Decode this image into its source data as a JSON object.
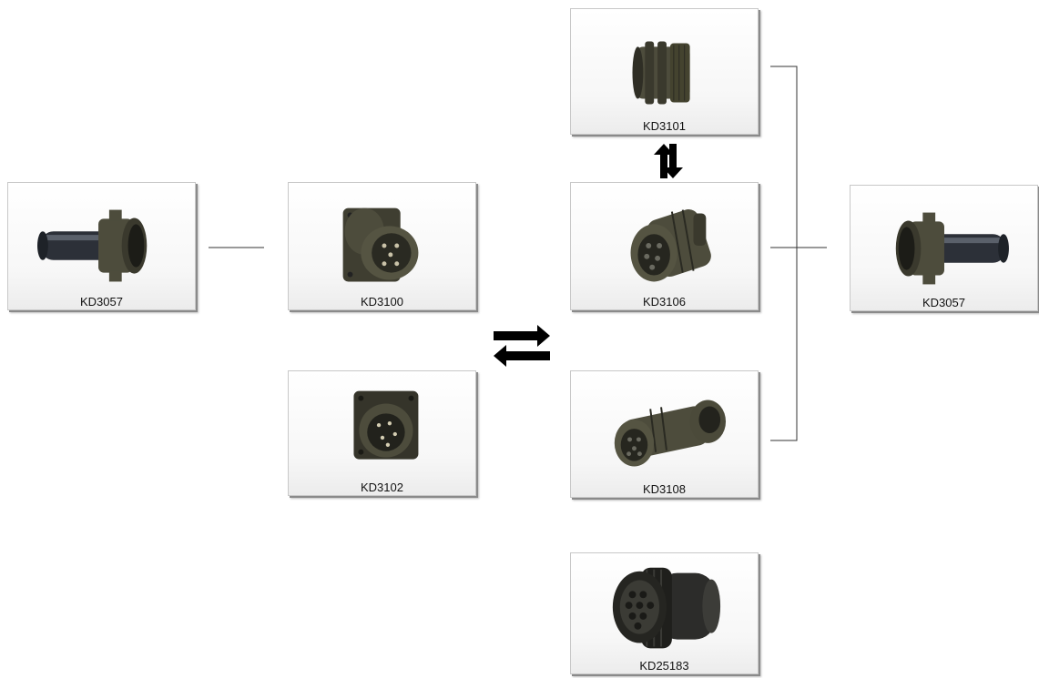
{
  "products": {
    "kd3057_left": {
      "label": "KD3057",
      "icon": "backshell-connector-icon"
    },
    "kd3100": {
      "label": "KD3100",
      "icon": "wall-mount-receptacle-icon"
    },
    "kd3102": {
      "label": "KD3102",
      "icon": "box-mount-receptacle-icon"
    },
    "kd3101": {
      "label": "KD3101",
      "icon": "cable-receptacle-icon"
    },
    "kd3106": {
      "label": "KD3106",
      "icon": "straight-plug-icon"
    },
    "kd3108": {
      "label": "KD3108",
      "icon": "angled-plug-icon"
    },
    "kd25183": {
      "label": "KD25183",
      "icon": "plug-connector-icon"
    },
    "kd3057_right": {
      "label": "KD3057",
      "icon": "backshell-connector-icon"
    }
  },
  "colors": {
    "connector_body": "#4d4c3c",
    "connector_dark": "#2a2a22",
    "sleeve": "#2c3038",
    "line": "#333333",
    "arrow": "#000000"
  }
}
